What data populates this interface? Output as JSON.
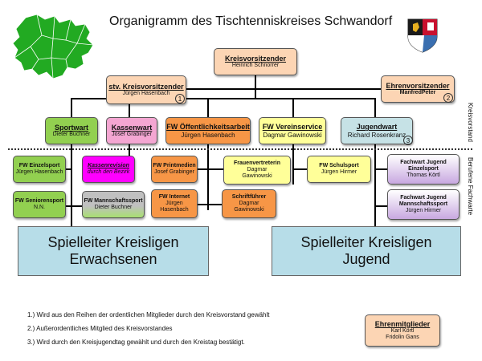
{
  "title": "Organigramm des Tischtenniskreises Schwandorf",
  "labels": {
    "kreisvorstand": "Kreisvorstand",
    "fachwarte": "Berufene Fachwarte"
  },
  "boxes": {
    "kreisvorsitzender": {
      "title": "Kreisvorsitzender",
      "name": "Heinrich Schnorrer"
    },
    "stv": {
      "title": "stv. Kreisvorsitzender",
      "name": "Jürgen Hasenbach",
      "note": "1"
    },
    "ehren": {
      "title": "Ehrenvorsitzender",
      "name": "ManfredPeter",
      "note": "2"
    },
    "sportwart": {
      "title": "Sportwart",
      "name": "Dieter Buchner"
    },
    "kassenwart": {
      "title": "Kassenwart",
      "name": "Josef Grabinger"
    },
    "oeffentlich": {
      "title": "FW Öffentlichkeitsarbeit",
      "name": "Jürgen Hasenbach"
    },
    "vereinsservice": {
      "title": "FW Vereinservice",
      "name": "Dagmar Gawinowski"
    },
    "jugendwart": {
      "title": "Jugendwart",
      "name": "Richard Rosenkranz",
      "note": "3"
    },
    "einzelsport": {
      "title": "FW Einzelsport",
      "name": "Jürgen Hasenbach"
    },
    "kassenrevision": {
      "title": "Kassenrevision",
      "name": "durch den Bezirk"
    },
    "printmedien": {
      "title": "FW Printmedien",
      "name": "Josef Grabinger"
    },
    "frauen": {
      "title": "Frauenvertreterin",
      "name1": "Dagmar",
      "name2": "Gawinowski"
    },
    "schulsport": {
      "title": "FW Schulsport",
      "name": "Jürgen Hirmer"
    },
    "fj_einzel": {
      "title1": "Fachwart Jugend",
      "title2": "Einzelsport",
      "name": "Thomas Körtl"
    },
    "senioren": {
      "title": "FW Seniorensport",
      "name": "N.N."
    },
    "mannschaft": {
      "title": "FW Mannschaftssport",
      "name": "Dieter Buchner"
    },
    "internet": {
      "title": "FW Internet",
      "name1": "Jürgen",
      "name2": "Hasenbach"
    },
    "schrift": {
      "title": "Schriftführer",
      "name1": "Dagmar",
      "name2": "Gawinowski"
    },
    "fj_mann": {
      "title1": "Fachwart Jugend",
      "title2": "Mannschaftssport",
      "name": "Jürgen Hirmer"
    },
    "spiel_erw": {
      "line1": "Spielleiter Kreisligen",
      "line2": "Erwachsenen"
    },
    "spiel_jug": {
      "line1": "Spielleiter Kreisligen",
      "line2": "Jugend"
    },
    "ehrenmitglieder": {
      "title": "Ehrenmitglieder",
      "name1": "Karl Körtl",
      "name2": "Fridolin Gans"
    }
  },
  "footnotes": [
    "1.) Wird aus den Reihen der ordentlichen Mitglieder durch den Kreisvorstand gewählt",
    "2.) Außerordentliches Mitglied des Kreisvorstandes",
    "3.) Wird durch den Kreisjugendtag gewählt und durch den Kreistag bestätigt."
  ],
  "colors": {
    "green": "#92d050",
    "peach": "#fcd5b4",
    "pink": "#f4a6d2",
    "orange": "#f79646",
    "yellow": "#ffff99",
    "light_blue": "#c6e2e6",
    "magenta": "#ff00ff",
    "big_box": "#b7dde8"
  },
  "icons": {
    "map": "district-map-icon",
    "crest": "coat-of-arms-icon"
  }
}
